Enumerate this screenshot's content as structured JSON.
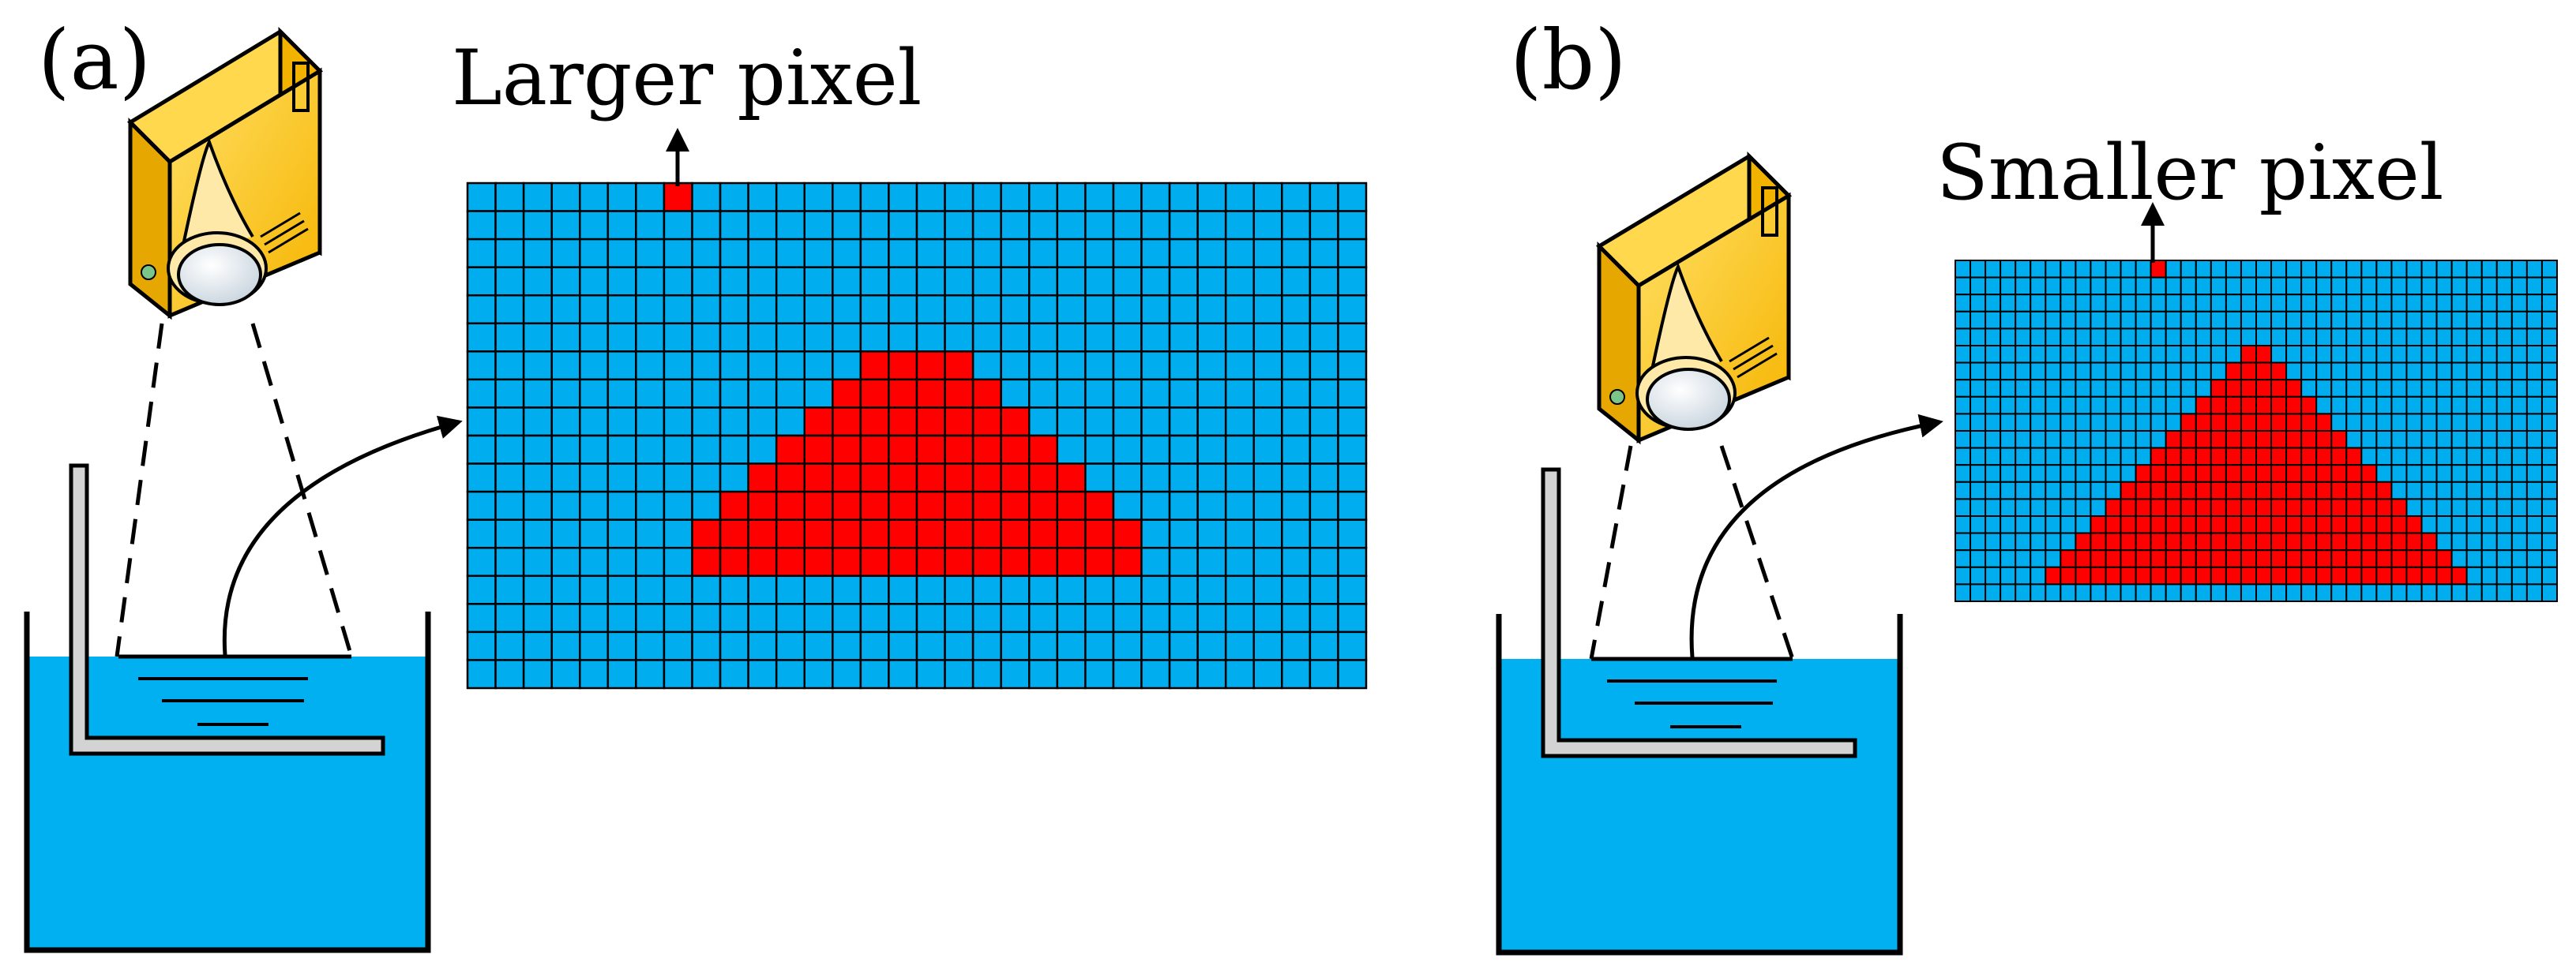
{
  "figure": {
    "panels": [
      {
        "label": "(a)",
        "pixel_label": "Larger pixel",
        "grid": {
          "cols": 32,
          "rows": 18
        },
        "highlight_cell": {
          "col": 7,
          "row": 0
        },
        "triangle_rows": [
          {
            "row": 6,
            "start": 14,
            "end": 17
          },
          {
            "row": 7,
            "start": 13,
            "end": 18
          },
          {
            "row": 8,
            "start": 12,
            "end": 19
          },
          {
            "row": 9,
            "start": 11,
            "end": 20
          },
          {
            "row": 10,
            "start": 10,
            "end": 21
          },
          {
            "row": 11,
            "start": 9,
            "end": 22
          },
          {
            "row": 12,
            "start": 8,
            "end": 23
          },
          {
            "row": 13,
            "start": 8,
            "end": 23
          }
        ]
      },
      {
        "label": "(b)",
        "pixel_label": "Smaller pixel",
        "grid": {
          "cols": 40,
          "rows": 20
        },
        "highlight_cell": {
          "col": 13,
          "row": 0
        },
        "triangle_rows": [
          {
            "row": 5,
            "start": 19,
            "end": 20
          },
          {
            "row": 6,
            "start": 18,
            "end": 21
          },
          {
            "row": 7,
            "start": 17,
            "end": 22
          },
          {
            "row": 8,
            "start": 16,
            "end": 23
          },
          {
            "row": 9,
            "start": 15,
            "end": 24
          },
          {
            "row": 10,
            "start": 14,
            "end": 25
          },
          {
            "row": 11,
            "start": 13,
            "end": 26
          },
          {
            "row": 12,
            "start": 12,
            "end": 27
          },
          {
            "row": 13,
            "start": 11,
            "end": 28
          },
          {
            "row": 14,
            "start": 10,
            "end": 29
          },
          {
            "row": 15,
            "start": 9,
            "end": 30
          },
          {
            "row": 16,
            "start": 8,
            "end": 31
          },
          {
            "row": 17,
            "start": 7,
            "end": 32
          },
          {
            "row": 18,
            "start": 6,
            "end": 33
          }
        ]
      }
    ],
    "colors": {
      "grid_fill": "#00AEEF",
      "triangle_fill": "#FF0000",
      "grid_line": "#000000",
      "liquid": "#00B0F0",
      "projector_body": "#FFC20E",
      "projector_light": "#FFE9A8",
      "platform": "#D3D3D3"
    },
    "icons": {
      "projector": "projector-icon",
      "vat": "resin-vat-icon",
      "platform": "build-platform-icon"
    }
  }
}
